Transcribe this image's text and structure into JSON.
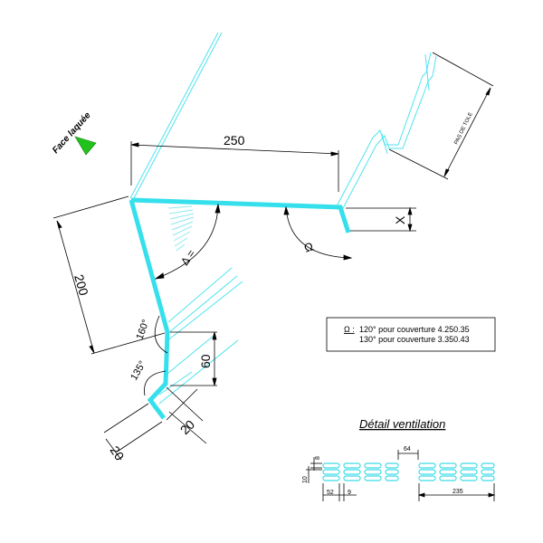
{
  "face_label": "Face laquée",
  "colors": {
    "profile": "#35e0ec",
    "guide_lines": "#4fe3ef",
    "arrow_green": "#22c21c",
    "dimension": "#000000"
  },
  "dimensions": {
    "top_width": "250",
    "slope_length": "200",
    "drop_height": "60",
    "foot_a": "20",
    "foot_b": "20",
    "pitch_label": "PAS DE TOLE",
    "x_label": "X",
    "delta_label": "Δ =",
    "omega_label": "Ω",
    "angle_160": "160°",
    "angle_135": "135°"
  },
  "note": {
    "symbol": "Ω :",
    "line1": "120° pour couverture 4.250.35",
    "line2": "130° pour couverture 3.350.43"
  },
  "ventilation": {
    "title": "Détail ventilation",
    "dim_8": "8",
    "dim_10": "10",
    "dim_64": "64",
    "dim_52": "52",
    "dim_9": "9",
    "dim_235": "235"
  }
}
